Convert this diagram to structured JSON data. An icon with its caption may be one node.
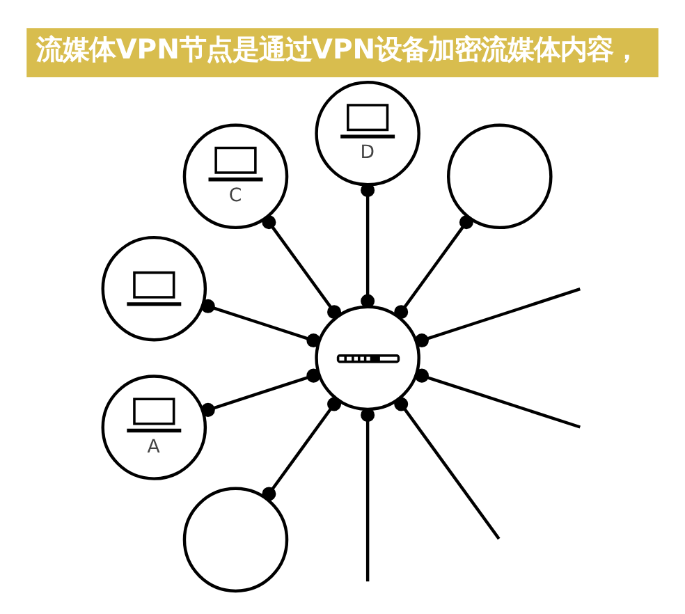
{
  "diagram": {
    "title": "流媒体VPN节点是通过VPN设备加密流媒体内容，",
    "nodes": [
      {
        "text": [
          "C"
        ]
      },
      {
        "text": [
          "D"
        ]
      },
      {
        "text": [],
        "shape": "circle"
      },
      {
        "text": [],
        "shape": "circle"
      },
      {
        "text": [
          "A"
        ]
      },
      {
        "text": [],
        "shape": "circle"
      },
      {
        "text": [],
        "shape": "circle"
      }
    ],
    "edges": [
      {
        "from": 5,
        "to": 0,
        "arrow": "other"
      },
      {
        "from": 5,
        "to": 1,
        "arrow": "other"
      },
      {
        "from": 5,
        "to": 2,
        "arrow": "other"
      },
      {
        "from": 5,
        "to": 3,
        "arrow": "other"
      },
      {
        "from": 5,
        "to": 4,
        "arrow": "other"
      },
      {
        "from": 5,
        "to": null,
        "arrow": "other"
      },
      {
        "from": 5,
        "to": 6,
        "arrow": "other"
      },
      {
        "from": 5,
        "to": null,
        "arrow": "other"
      },
      {
        "from": 5,
        "to": null,
        "arrow": "other"
      },
      {
        "from": 5,
        "to": null,
        "arrow": "other"
      }
    ]
  }
}
